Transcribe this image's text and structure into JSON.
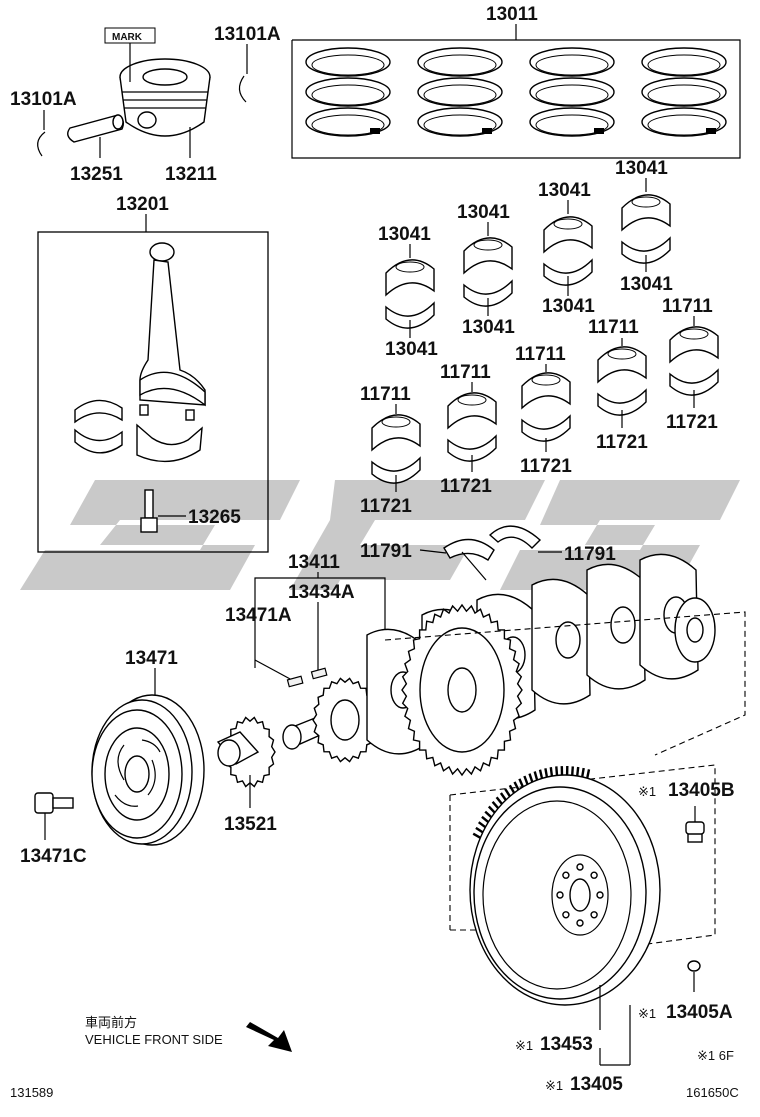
{
  "labels": {
    "piston_ring_set": "13011",
    "mark": "MARK",
    "snap_ring_right": "13101A",
    "snap_ring_left": "13101A",
    "piston_pin": "13251",
    "piston": "13211",
    "connecting_rod_assy": "13201",
    "rod_bolt": "13265",
    "rod_bearing_1_top": "13041",
    "rod_bearing_1_bottom": "13041",
    "rod_bearing_2_top": "13041",
    "rod_bearing_2_bottom": "13041",
    "rod_bearing_3_top": "13041",
    "rod_bearing_3_bottom": "13041",
    "rod_bearing_4_top": "13041",
    "rod_bearing_4_bottom": "13041",
    "main_bearing_1_top": "11711",
    "main_bearing_1_bottom": "11721",
    "main_bearing_2_top": "11711",
    "main_bearing_2_bottom": "11721",
    "main_bearing_3_top": "11711",
    "main_bearing_3_bottom": "11721",
    "main_bearing_4_top": "11711",
    "main_bearing_4_bottom": "11721",
    "main_bearing_5_top": "11711",
    "main_bearing_5_bottom": "11721",
    "thrust_washer_left": "11791",
    "thrust_washer_right": "11791",
    "crankshaft": "13411",
    "crank_key": "13434A",
    "pulley_key": "13471A",
    "crank_pulley": "13471",
    "pulley_bolt": "13471C",
    "crank_sprocket": "13521",
    "flywheel_bolt": "13405B",
    "flywheel_bolt_mark": "※1",
    "ring_gear": "13453",
    "ring_gear_mark": "※1",
    "flywheel": "13405",
    "flywheel_mark": "※1",
    "flywheel_pin": "13405A",
    "flywheel_pin_mark": "※1"
  },
  "direction": {
    "japanese": "車両前方",
    "english": "VEHICLE FRONT SIDE"
  },
  "footer": {
    "left_code": "131589",
    "note": "※1 6F",
    "right_code": "161650C"
  }
}
